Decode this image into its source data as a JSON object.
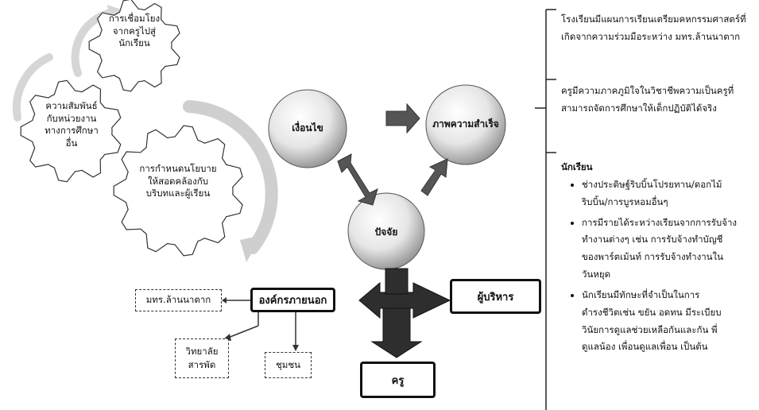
{
  "gears": [
    {
      "id": "g1",
      "lines": [
        "การเชื่อมโยง",
        "จากครูไปสู่",
        "นักเรียน"
      ]
    },
    {
      "id": "g2",
      "lines": [
        "ความสัมพันธ์",
        "กับหน่วยงาน",
        "ทางการศึกษา",
        "อื่น"
      ]
    },
    {
      "id": "g3",
      "lines": [
        "การกำหนดนโยบาย",
        "ให้สอดคล้องกับ",
        "บริบทและผู้เรียน"
      ]
    }
  ],
  "circles": {
    "left": "เงื่อนไข",
    "right": "ภาพความสำเร็จ",
    "bottom": "ปัจจัย"
  },
  "nodes": {
    "external_org": "องค์กรภายนอก",
    "admin": "ผู้บริหาร",
    "teacher": "ครู"
  },
  "external_children": [
    {
      "id": "mtr",
      "lines": [
        "มทร.ล้านนาตาก"
      ]
    },
    {
      "id": "college",
      "lines": [
        "วิทยาลัย",
        "สารพัด"
      ]
    },
    {
      "id": "community",
      "lines": [
        "ชุมชน"
      ]
    }
  ],
  "right_panel": {
    "box1": [
      "โรงเรียนมีแผนการเรียนเตรียมคหกรรมศาสตร์ที่",
      "เกิดจากความร่วมมือระหว่าง มทร.ล้านนาตาก"
    ],
    "box2": [
      "ครูมีความภาคภูมิใจในวิชาชีพความเป็นครูที่",
      "สามารถจัดการศึกษาให้เด็กปฏิบัติได้จริง"
    ],
    "box3_title": "นักเรียน",
    "box3_items": [
      [
        "ช่างประดิษฐ์ริบบิ้นโปรยทาน/ดอกไม้",
        "ริบบิ้น/การบูรหอมอื่นๆ"
      ],
      [
        "การมีรายได้ระหว่างเรียนจากการรับจ้าง",
        "ทำงานต่างๆ เช่น การรับจ้างทำบัญชี",
        "ของพาร์ตเม้นท์ การรับจ้างทำงานใน",
        "วันหยุด"
      ],
      [
        "นักเรียนมีทักษะที่จำเป็นในการ",
        "ดำรงชีวิตเช่น ขยัน อดทน มีระเบียบ",
        "วินัยการดูแลช่วยเหลือกันและกัน พี่",
        "ดูแลน้อง เพื่อนดูแลเพื่อน เป็นต้น"
      ]
    ]
  }
}
